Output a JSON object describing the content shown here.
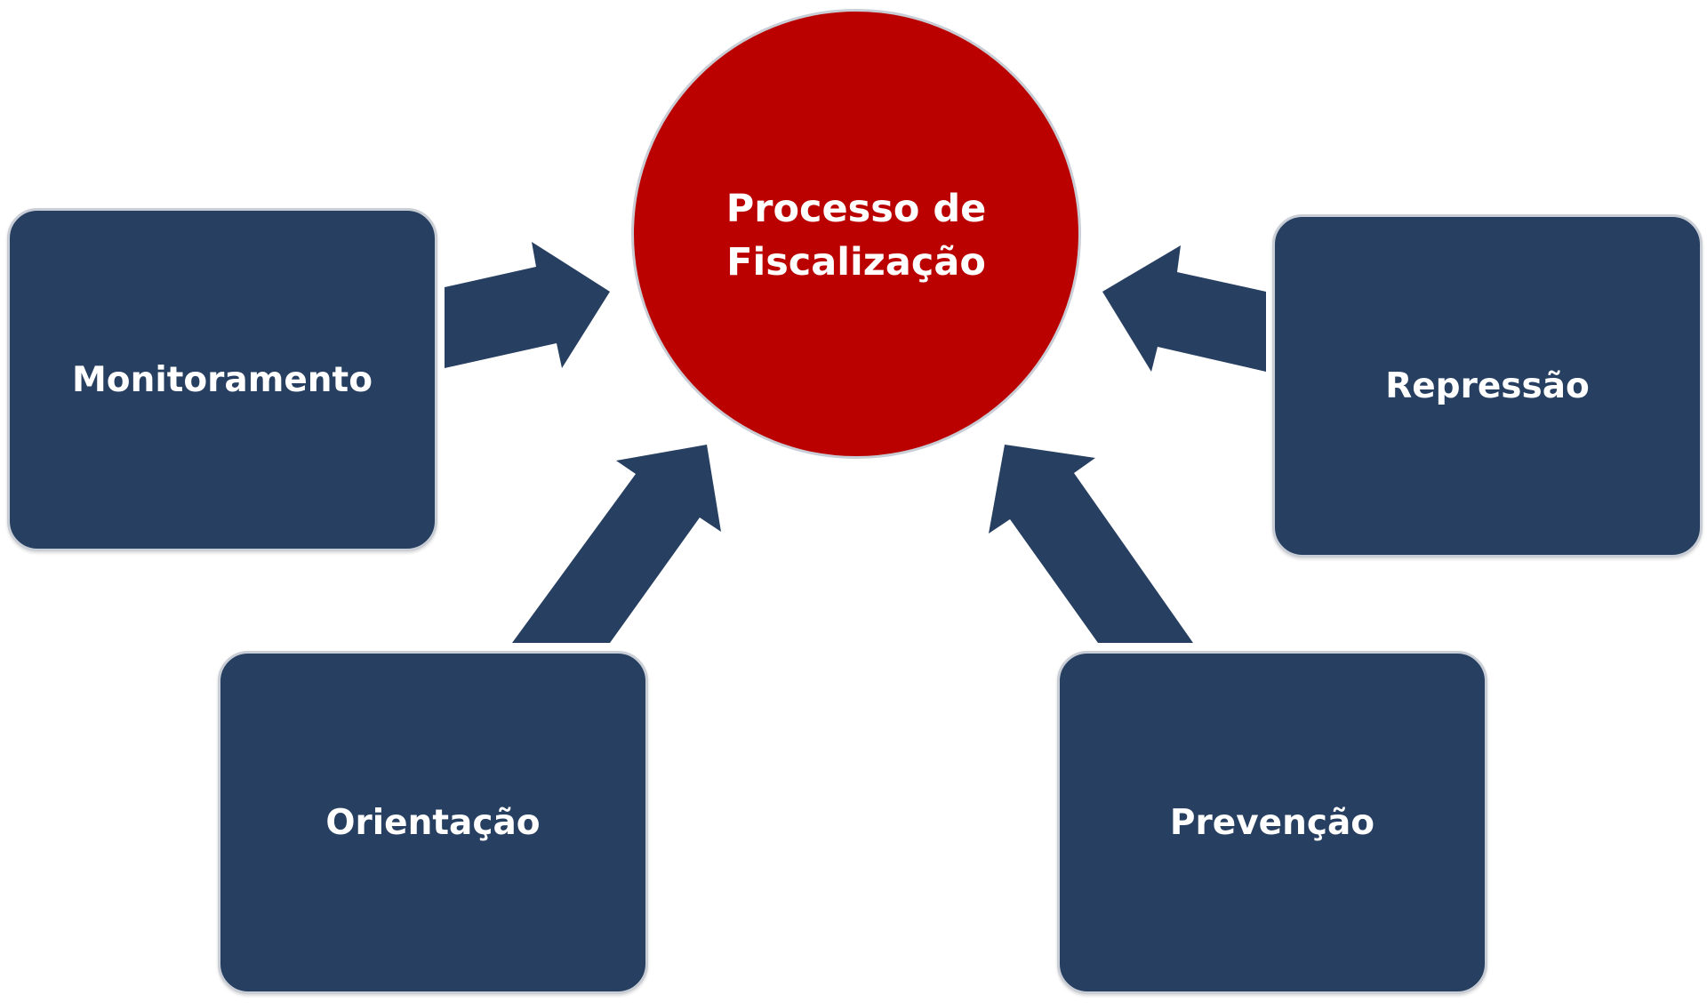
{
  "colors": {
    "center_fill": "#bb0000",
    "box_fill": "#273f60",
    "arrow_fill": "#273f60",
    "text": "#ffffff"
  },
  "center": {
    "title": "Processo de Fiscalização"
  },
  "nodes": {
    "monitoramento": "Monitoramento",
    "repressao": "Repressão",
    "orientacao": "Orientação",
    "prevencao": "Prevenção"
  }
}
